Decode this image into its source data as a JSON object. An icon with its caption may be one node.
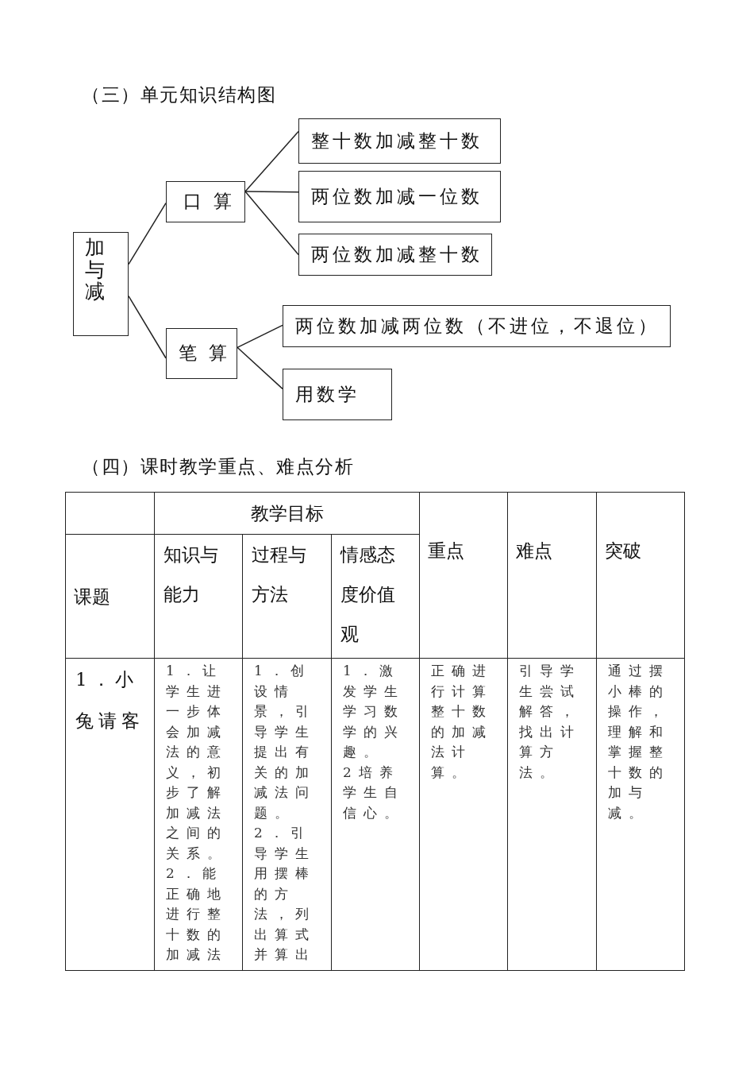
{
  "diagram": {
    "title": "（三）单元知识结构图",
    "nodes": [
      {
        "text": [
          "加与减"
        ]
      },
      {
        "text": [
          "口 算"
        ]
      },
      {
        "text": [
          "整十数加减整十数"
        ]
      },
      {
        "text": [
          "两位数加减一位数"
        ]
      },
      {
        "text": [
          "两位数加减整十数"
        ]
      },
      {
        "text": [
          "笔 算"
        ]
      },
      {
        "text": [
          "两位数加减两位数（不进位，不退位）"
        ]
      },
      {
        "text": [
          "用数学"
        ]
      }
    ],
    "edges": [
      {
        "from": 0,
        "to": 1,
        "arrow": "none"
      },
      {
        "from": 0,
        "to": 5,
        "arrow": "none"
      },
      {
        "from": 1,
        "to": 2,
        "arrow": "none"
      },
      {
        "from": 1,
        "to": 3,
        "arrow": "none"
      },
      {
        "from": 1,
        "to": 4,
        "arrow": "none"
      },
      {
        "from": 5,
        "to": 6,
        "arrow": "none"
      },
      {
        "from": 5,
        "to": 7,
        "arrow": "none"
      }
    ],
    "labels": [
      "（四）课时教学重点、难点分析",
      "教学目标",
      "重点",
      "难点",
      "突破",
      "课题",
      "知识与能力",
      "过程与方法",
      "情感态度价值观",
      "1．小兔请客",
      "1．让学生进一步体会加减法的意义，初步了解加减法之间的关系。",
      "2．能正确地进行整十数的加减法",
      "1．创设情景，引导学生提出有关的加减法问题。",
      "2．引导学生用摆棒的方法，列出算式并算出",
      "1．激发学生学习数学的兴趣。",
      "2培养学生自信心。",
      "正确进行计算整十数的加减法计算。",
      "引导学生尝试解答，找出计算方法。",
      "通过摆小棒的操作，理解和掌握整十数的加与减。"
    ]
  }
}
